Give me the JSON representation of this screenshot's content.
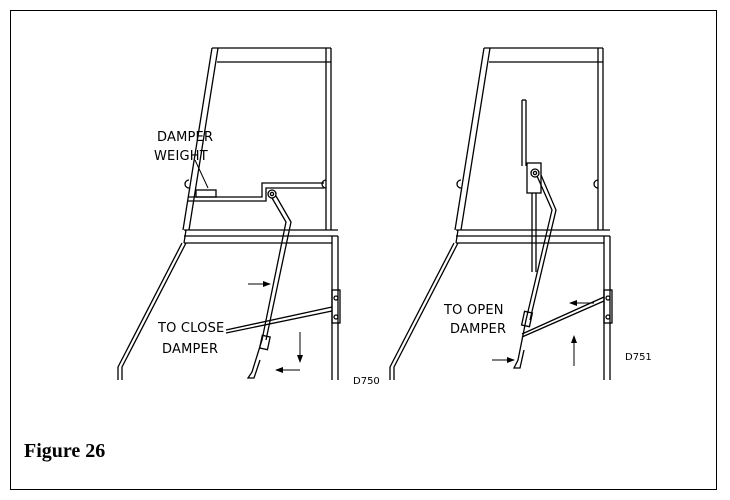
{
  "figure": {
    "caption": "Figure 26"
  },
  "left_view": {
    "label_weight_line1": "DAMPER",
    "label_weight_line2": "WEIGHT",
    "label_action_line1": "TO CLOSE",
    "label_action_line2": "DAMPER",
    "drawing_code": "D750"
  },
  "right_view": {
    "label_action_line1": "TO OPEN",
    "label_action_line2": "DAMPER",
    "drawing_code": "D751"
  }
}
